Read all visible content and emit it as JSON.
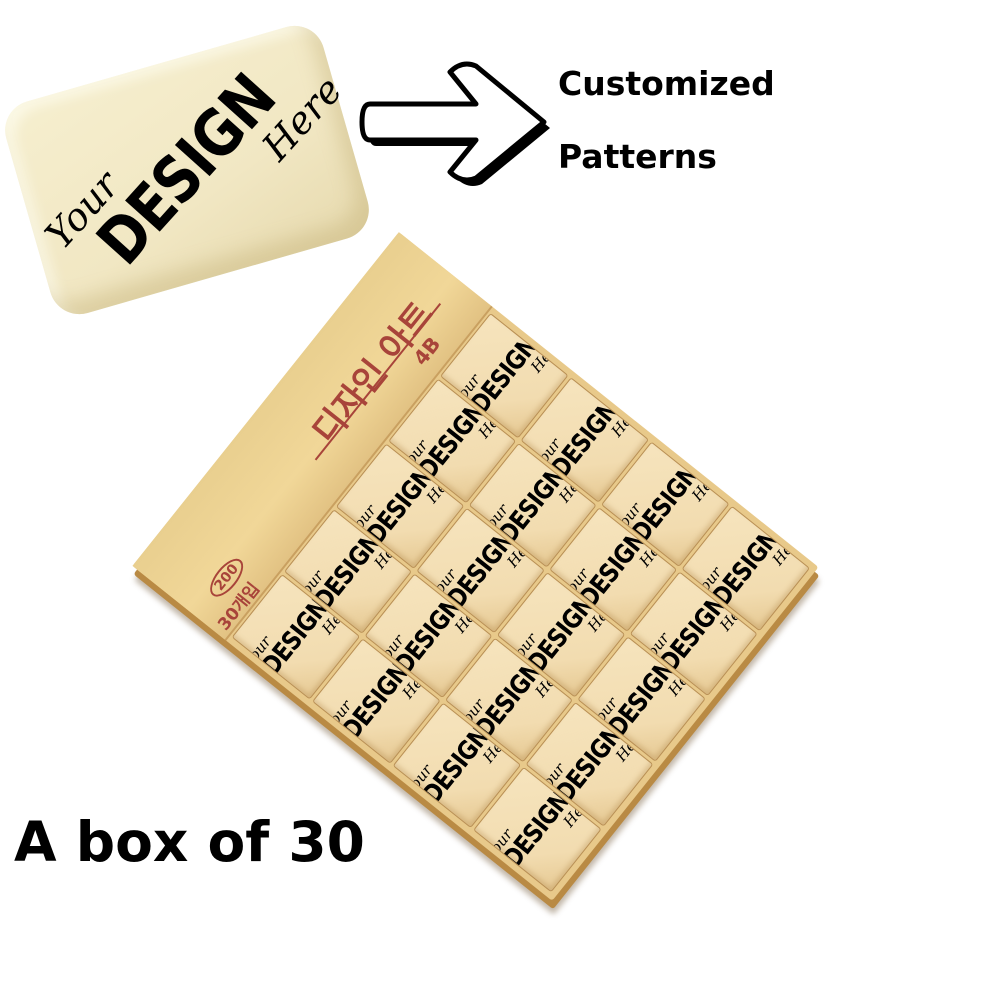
{
  "single_eraser": {
    "label": {
      "line1": "Your",
      "line2": "DESIGN",
      "line3": "Here"
    }
  },
  "arrow": {
    "icon": "arrow-right-icon"
  },
  "captions": {
    "customized": "Customized",
    "patterns": "Patterns",
    "box_count": "A box of 30"
  },
  "box": {
    "lid": {
      "brand": "디자인 아트",
      "grade": "4B",
      "price_badge": "200",
      "count": "30개입"
    },
    "eraser_label": {
      "line1": "Your",
      "line2": "DESIGN",
      "line3": "Here"
    },
    "visible_erasers": 20
  },
  "colors": {
    "background": "#ffffff",
    "eraser": "#f2dcb0",
    "box": "#e8c98a",
    "lid_text": "#a8443a",
    "text": "#000000"
  }
}
